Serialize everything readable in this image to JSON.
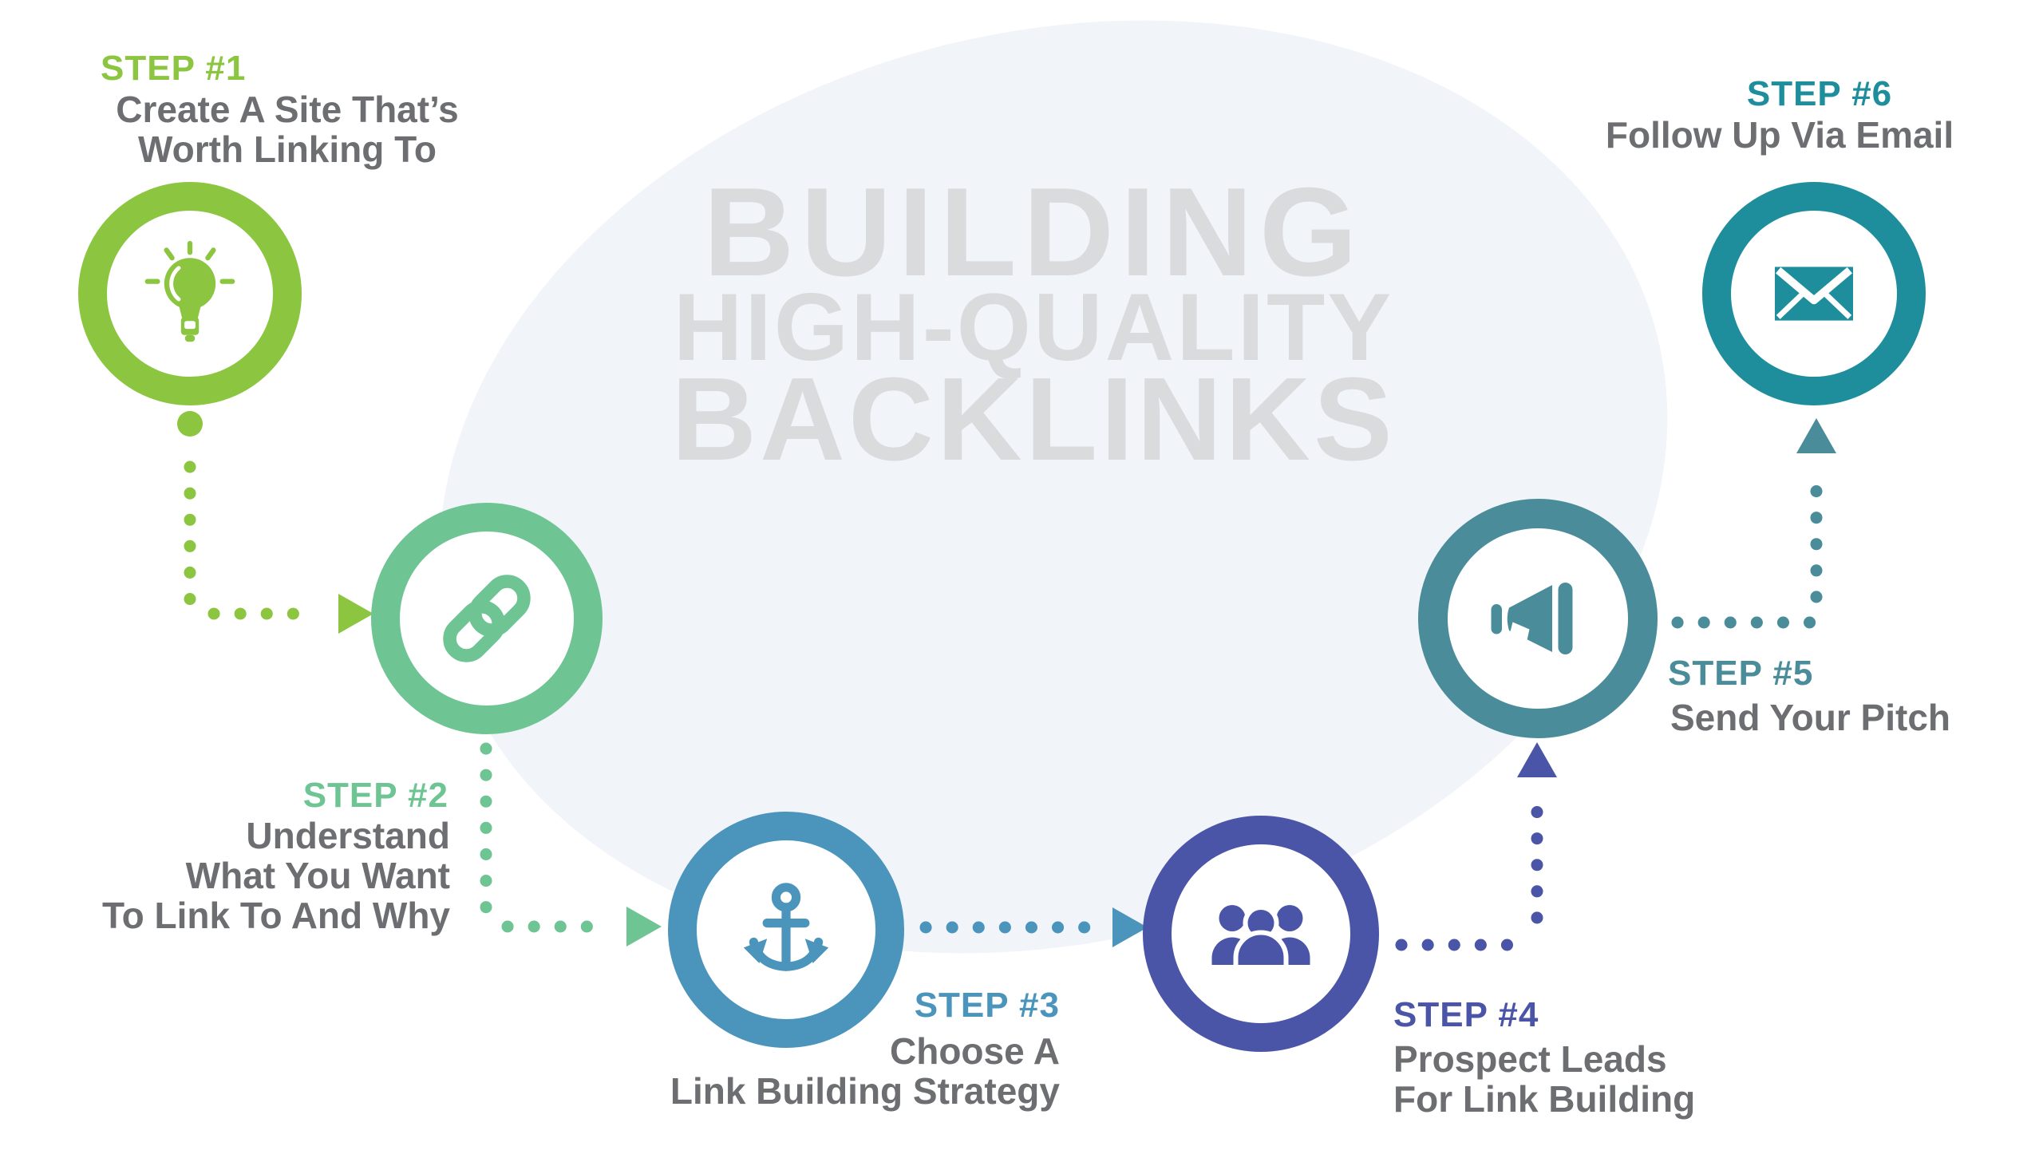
{
  "colors": {
    "s1": "#8CC540",
    "s2": "#6EC593",
    "s3": "#4B94BC",
    "s4": "#4A55A7",
    "s5": "#4A8C99",
    "s6": "#1F8E9C",
    "gray": "#6D6E71",
    "wm": "#DADBDD",
    "blob": "#F1F4F9"
  },
  "watermark": {
    "line1": "BUILDING",
    "line2": "HIGH-QUALITY",
    "line3": "BACKLINKS"
  },
  "steps": [
    {
      "label": "STEP #1",
      "icon": "lightbulb-icon",
      "title_lines": [
        "Create A Site That’s",
        "Worth Linking To"
      ]
    },
    {
      "label": "STEP #2",
      "icon": "chain-link-icon",
      "title_lines": [
        "Understand",
        "What You Want",
        "To Link To And Why"
      ]
    },
    {
      "label": "STEP #3",
      "icon": "anchor-icon",
      "title_lines": [
        "Choose A",
        "Link Building Strategy"
      ]
    },
    {
      "label": "STEP #4",
      "icon": "people-icon",
      "title_lines": [
        "Prospect Leads",
        "For Link Building"
      ]
    },
    {
      "label": "STEP #5",
      "icon": "megaphone-icon",
      "title_lines": [
        "Send Your Pitch"
      ]
    },
    {
      "label": "STEP #6",
      "icon": "email-icon",
      "title_lines": [
        "Follow Up Via Email"
      ]
    }
  ]
}
